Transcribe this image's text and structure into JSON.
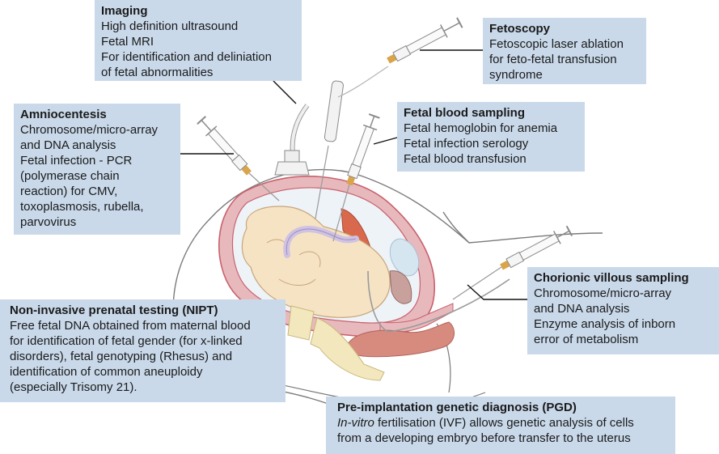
{
  "colors": {
    "box_fill": "#c9d9ea",
    "uterus_wall": "#e7b9bd",
    "uterus_outline": "#c9616d",
    "amniotic_fluid": "#eef3f8",
    "fetus_skin": "#f6e3c4",
    "fetus_outline": "#c7a57a",
    "umbilical_cord": "#cfc2e3",
    "placenta": "#d9694d",
    "needle_hub": "#d9a44a",
    "bone": "#f3e7bd",
    "bladder": "#d6e6f0",
    "rectum": "#d78a7e"
  },
  "callouts": {
    "imaging": {
      "title": "Imaging",
      "lines": [
        "High definition ultrasound",
        "Fetal MRI",
        "For identification and deliniation",
        "of fetal abnormalities"
      ]
    },
    "fetoscopy": {
      "title": "Fetoscopy",
      "lines": [
        "Fetoscopic laser ablation",
        "for feto-fetal transfusion",
        "syndrome"
      ]
    },
    "amniocentesis": {
      "title": "Amniocentesis",
      "lines": [
        "Chromosome/micro-array",
        "and DNA analysis",
        "Fetal infection - PCR",
        "(polymerase chain",
        "reaction) for CMV,",
        "toxoplasmosis, rubella,",
        "parvovirus"
      ]
    },
    "fetal_blood_sampling": {
      "title": "Fetal blood sampling",
      "lines": [
        "Fetal hemoglobin for anemia",
        "Fetal infection serology",
        "Fetal blood transfusion"
      ]
    },
    "cvs": {
      "title": "Chorionic villous sampling",
      "lines": [
        "Chromosome/micro-array",
        "and DNA analysis",
        "Enzyme analysis of inborn",
        "error of metabolism"
      ]
    },
    "nipt": {
      "title": "Non-invasive prenatal testing (NIPT)",
      "lines": [
        "Free fetal DNA obtained from maternal blood",
        "for identification of fetal gender (for x-linked",
        "disorders), fetal genotyping (Rhesus) and",
        "identification of common aneuploidy",
        "(especially Trisomy 21)."
      ]
    },
    "pgd": {
      "title": "Pre-implantation genetic diagnosis (PGD)",
      "line1_italic": "In-vitro",
      "line1_rest": " fertilisation (IVF) allows genetic analysis of cells",
      "line2": "from a developing embryo before transfer to the uterus"
    }
  }
}
